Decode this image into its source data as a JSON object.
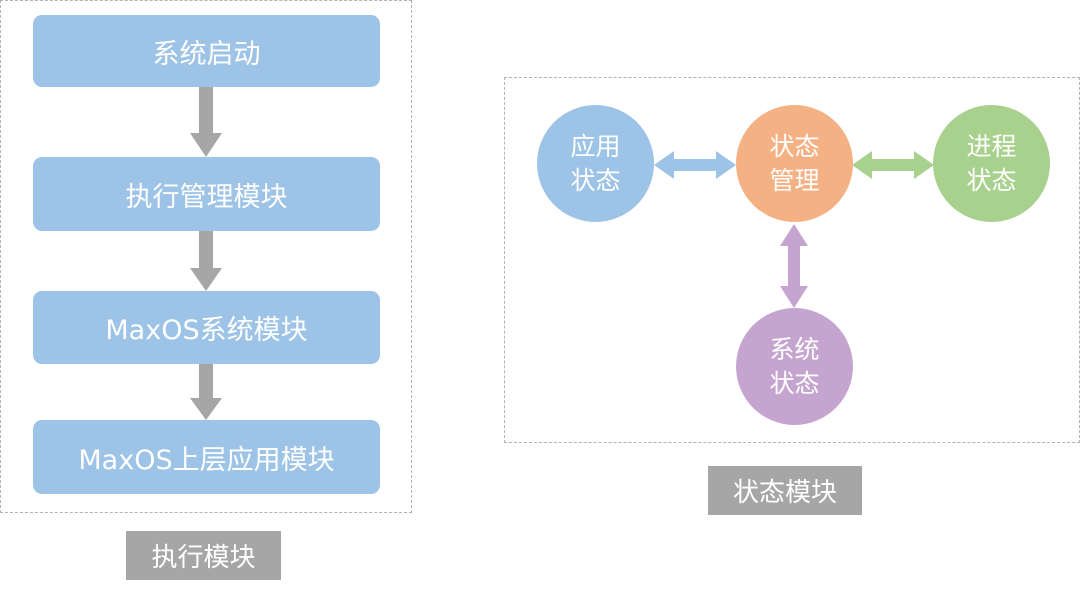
{
  "execution": {
    "steps": [
      {
        "label": "系统启动"
      },
      {
        "label": "执行管理模块"
      },
      {
        "label": "MaxOS系统模块"
      },
      {
        "label": "MaxOS上层应用模块"
      }
    ],
    "caption": "执行模块"
  },
  "state": {
    "nodes": {
      "app": {
        "line1": "应用",
        "line2": "状态"
      },
      "manager": {
        "line1": "状态",
        "line2": "管理"
      },
      "process": {
        "line1": "进程",
        "line2": "状态"
      },
      "system": {
        "line1": "系统",
        "line2": "状态"
      }
    },
    "caption": "状态模块"
  },
  "colors": {
    "step_fill": "#9dc3e6",
    "arrow_gray": "#a6a6a6",
    "caption_bg": "#a6a6a6",
    "app_node": "#9dc3e6",
    "manager_node": "#f4b183",
    "process_node": "#a9d18e",
    "system_node": "#c5a5cf",
    "link_blue": "#9dc3e6",
    "link_green": "#a9d18e",
    "link_purple": "#c5a5cf"
  }
}
